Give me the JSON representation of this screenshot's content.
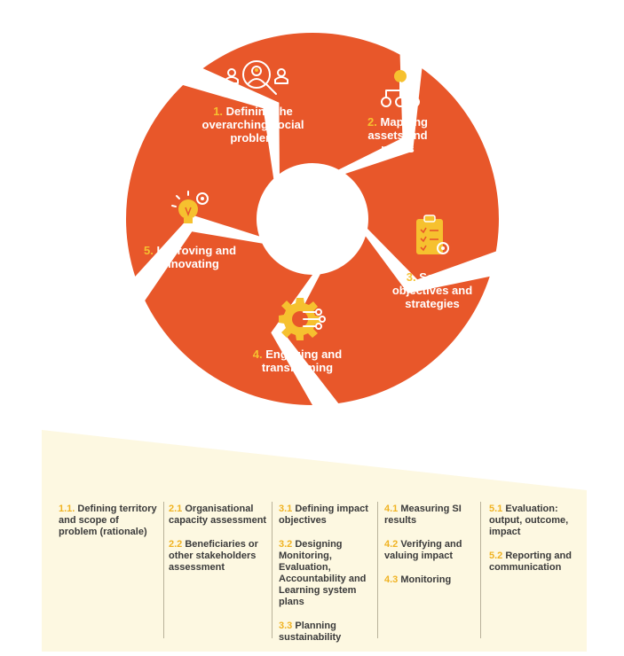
{
  "colors": {
    "segment": "#E8572A",
    "number_accent": "#F6C12F",
    "panel_bg": "#FDF8E1",
    "text": "#3a3a3a"
  },
  "cycle": {
    "steps": [
      {
        "num": "1.",
        "text": "Defining the overarching social problem",
        "icon": "people-magnifier-icon"
      },
      {
        "num": "2.",
        "text": "Mapping assets and needs",
        "icon": "hierarchy-icon"
      },
      {
        "num": "3.",
        "text": "Setting objectives and strategies",
        "icon": "clipboard-gear-icon"
      },
      {
        "num": "4.",
        "text": "Engaging and transforming",
        "icon": "gear-circuit-icon"
      },
      {
        "num": "5.",
        "text": "Improving and Innovating",
        "icon": "lightbulb-gear-icon"
      }
    ]
  },
  "columns": [
    {
      "items": [
        {
          "num": "1.1.",
          "text": "Defining territory and scope of problem (rationale)"
        }
      ]
    },
    {
      "items": [
        {
          "num": "2.1",
          "text": "Organisational capacity assessment"
        },
        {
          "num": "2.2",
          "text": "Beneficiaries or other stakeholders assessment"
        }
      ]
    },
    {
      "items": [
        {
          "num": "3.1",
          "text": "Defining impact objectives"
        },
        {
          "num": "3.2",
          "text": "Designing Monitoring, Evaluation, Accountability and Learning system plans"
        },
        {
          "num": "3.3",
          "text": "Planning sustainability"
        }
      ]
    },
    {
      "items": [
        {
          "num": "4.1",
          "text": "Measuring SI results"
        },
        {
          "num": "4.2",
          "text": "Verifying and valuing impact"
        },
        {
          "num": "4.3",
          "text": "Monitoring"
        }
      ]
    },
    {
      "items": [
        {
          "num": "5.1",
          "text": "Evaluation: output, outcome, impact"
        },
        {
          "num": "5.2",
          "text": "Reporting and communication"
        }
      ]
    }
  ]
}
